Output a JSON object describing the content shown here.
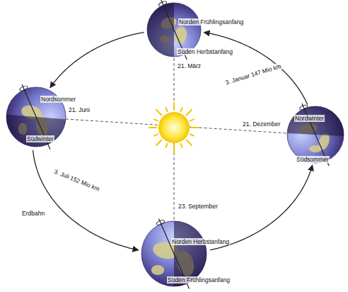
{
  "diagram": {
    "nodes": [
      {
        "text": [
          "Norden Frühlingsanfang",
          "Süden Herbstanfang"
        ]
      },
      {
        "text": [
          "Nordsommer",
          "Südwinter"
        ]
      },
      {
        "text": [
          "Nordwinter",
          "Südsommer"
        ]
      },
      {
        "text": [
          "Norden Herbstanfang",
          "Süden Frühlingsanfang"
        ]
      }
    ],
    "edges": [
      {
        "from": 0,
        "to": 1,
        "arrow": "to"
      },
      {
        "from": 1,
        "to": 3,
        "arrow": "to"
      },
      {
        "from": 3,
        "to": 2,
        "arrow": "to"
      },
      {
        "from": 2,
        "to": 0,
        "arrow": "to"
      }
    ],
    "labels": [
      "21. März",
      "21. Juni",
      "3. Januar 147 Mio km",
      "21. Dezember",
      "3. Juli 152 Mio km",
      "23. September",
      "Erdbahn"
    ]
  }
}
